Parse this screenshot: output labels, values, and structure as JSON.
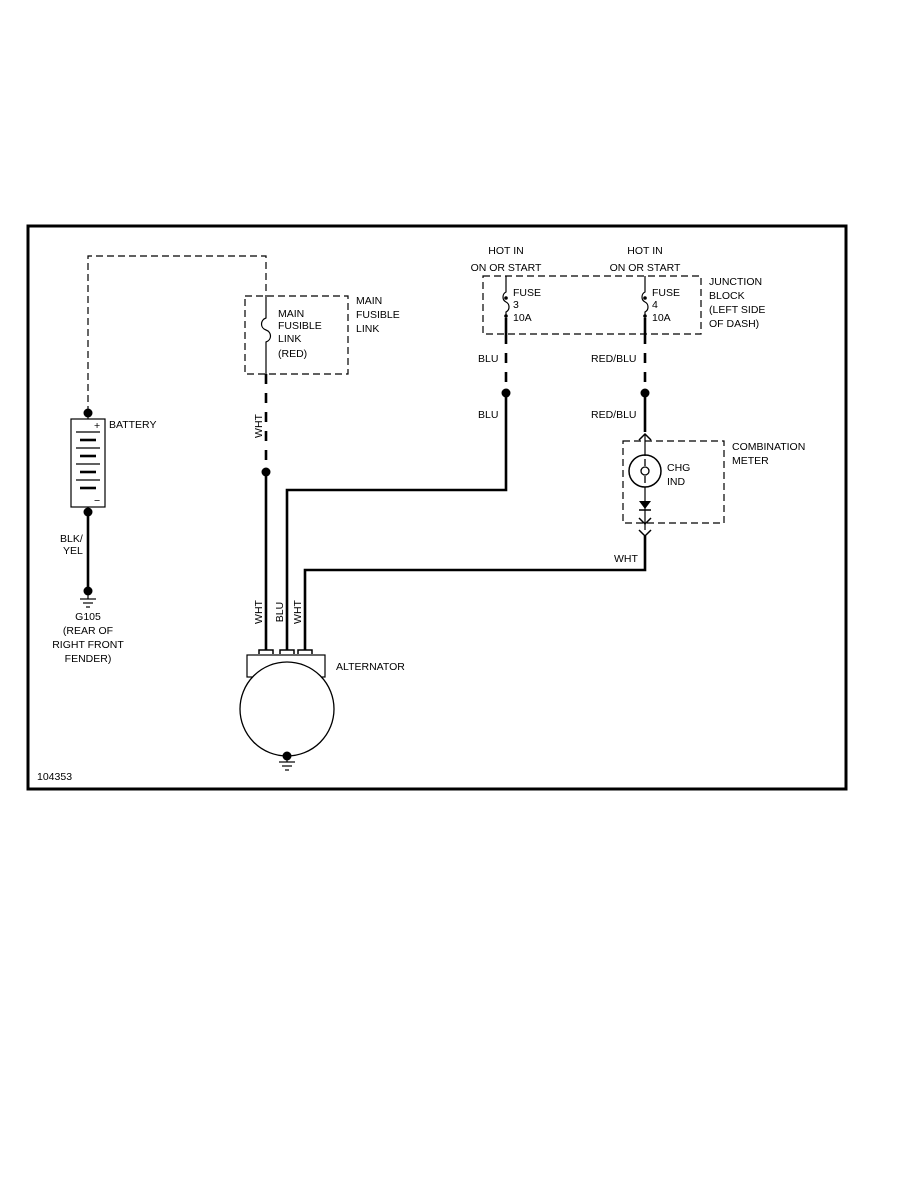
{
  "diagram": {
    "id": "104353",
    "battery": {
      "label": "BATTERY",
      "plus": "+",
      "minus": "−"
    },
    "ground": {
      "wire": "BLK/\nYEL",
      "wire_l1": "BLK/",
      "wire_l2": "YEL",
      "name": "G105",
      "loc_l1": "(REAR OF",
      "loc_l2": "RIGHT FRONT",
      "loc_l3": "FENDER)"
    },
    "fusible_link": {
      "label_l1": "MAIN",
      "label_l2": "FUSIBLE",
      "label_l3": "LINK",
      "inner_l1": "MAIN",
      "inner_l2": "FUSIBLE",
      "inner_l3": "LINK",
      "inner_l4": "(RED)",
      "wire": "WHT"
    },
    "hot_left": {
      "l1": "HOT IN",
      "l2": "ON OR START"
    },
    "hot_right": {
      "l1": "HOT IN",
      "l2": "ON OR START"
    },
    "fuse3": {
      "l1": "FUSE",
      "l2": "3",
      "l3": "10A"
    },
    "fuse4": {
      "l1": "FUSE",
      "l2": "4",
      "l3": "10A"
    },
    "junction_block": {
      "l1": "JUNCTION",
      "l2": "BLOCK",
      "l3": "(LEFT SIDE",
      "l4": "OF DASH)"
    },
    "wire_blu_top": "BLU",
    "wire_blu_bottom": "BLU",
    "wire_redblu_top": "RED/BLU",
    "wire_redblu_bottom": "RED/BLU",
    "combination_meter": {
      "l1": "COMBINATION",
      "l2": "METER",
      "ind_l1": "CHG",
      "ind_l2": "IND"
    },
    "wire_wht_meter": "WHT",
    "alternator": {
      "label": "ALTERNATOR",
      "t1": "WHT",
      "t2": "BLU",
      "t3": "WHT"
    }
  }
}
